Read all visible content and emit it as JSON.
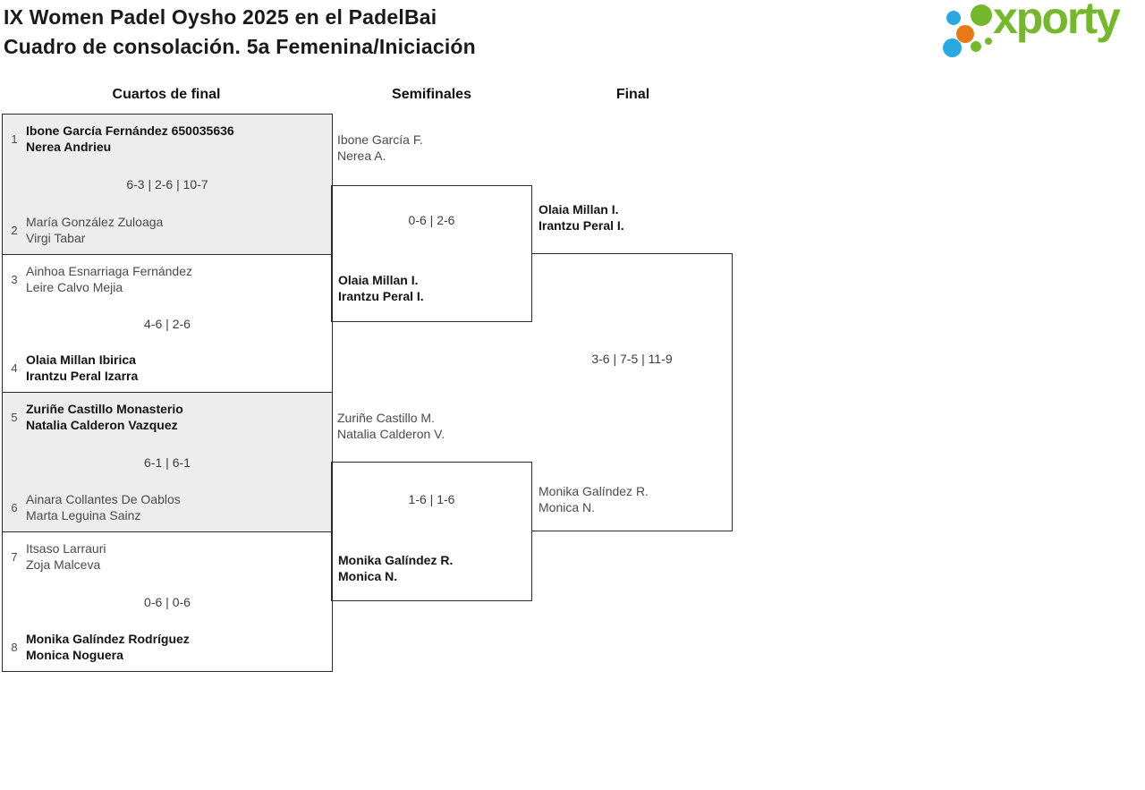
{
  "header": {
    "title_line1": "IX Women Padel Oysho 2025 en el PadelBai",
    "title_line2": "Cuadro de consolación. 5a Femenina/Iniciación"
  },
  "logo": {
    "text": "xporty",
    "colors": {
      "green": "#76b82b",
      "blue": "#2aa9e0",
      "orange": "#e87a16"
    }
  },
  "rounds": [
    {
      "label": "Cuartos de final"
    },
    {
      "label": "Semifinales"
    },
    {
      "label": "Final"
    }
  ],
  "bracket": {
    "quarterfinals": [
      {
        "top": {
          "seed": "1",
          "line1": "Ibone García Fernández 650035636",
          "line2": "Nerea Andrieu",
          "winner": true
        },
        "score": "6-3 | 2-6 | 10-7",
        "bottom": {
          "seed": "2",
          "line1": "María González Zuloaga",
          "line2": "Virgi Tabar",
          "winner": false
        }
      },
      {
        "top": {
          "seed": "3",
          "line1": "Ainhoa Esnarriaga Fernández",
          "line2": "Leire Calvo Mejia",
          "winner": false
        },
        "score": "4-6 | 2-6",
        "bottom": {
          "seed": "4",
          "line1": "Olaia Millan Ibirica",
          "line2": "Irantzu Peral Izarra",
          "winner": true
        }
      },
      {
        "top": {
          "seed": "5",
          "line1": "Zuriñe Castillo Monasterio",
          "line2": "Natalia Calderon Vazquez",
          "winner": true
        },
        "score": "6-1 | 6-1",
        "bottom": {
          "seed": "6",
          "line1": "Ainara Collantes De Oablos",
          "line2": "Marta Leguina Sainz",
          "winner": false
        }
      },
      {
        "top": {
          "seed": "7",
          "line1": "Itsaso Larrauri",
          "line2": "Zoja Malceva",
          "winner": false
        },
        "score": "0-6 | 0-6",
        "bottom": {
          "seed": "8",
          "line1": "Monika Galíndez Rodríguez",
          "line2": "Monica Noguera",
          "winner": true
        }
      }
    ],
    "semifinals": [
      {
        "top": {
          "line1": "Ibone García F.",
          "line2": "Nerea A.",
          "winner": false
        },
        "score": "0-6 | 2-6",
        "bottom": {
          "line1": "Olaia Millan I.",
          "line2": "Irantzu Peral I.",
          "winner": true
        }
      },
      {
        "top": {
          "line1": "Zuriñe Castillo M.",
          "line2": "Natalia Calderon V.",
          "winner": false
        },
        "score": "1-6 | 1-6",
        "bottom": {
          "line1": "Monika Galíndez R.",
          "line2": "Monica N.",
          "winner": true
        }
      }
    ],
    "final": {
      "top": {
        "line1": "Olaia Millan I.",
        "line2": "Irantzu Peral I.",
        "winner": true
      },
      "score": "3-6 | 7-5 | 11-9",
      "bottom": {
        "line1": "Monika Galíndez R.",
        "line2": "Monica N.",
        "winner": false
      }
    }
  }
}
